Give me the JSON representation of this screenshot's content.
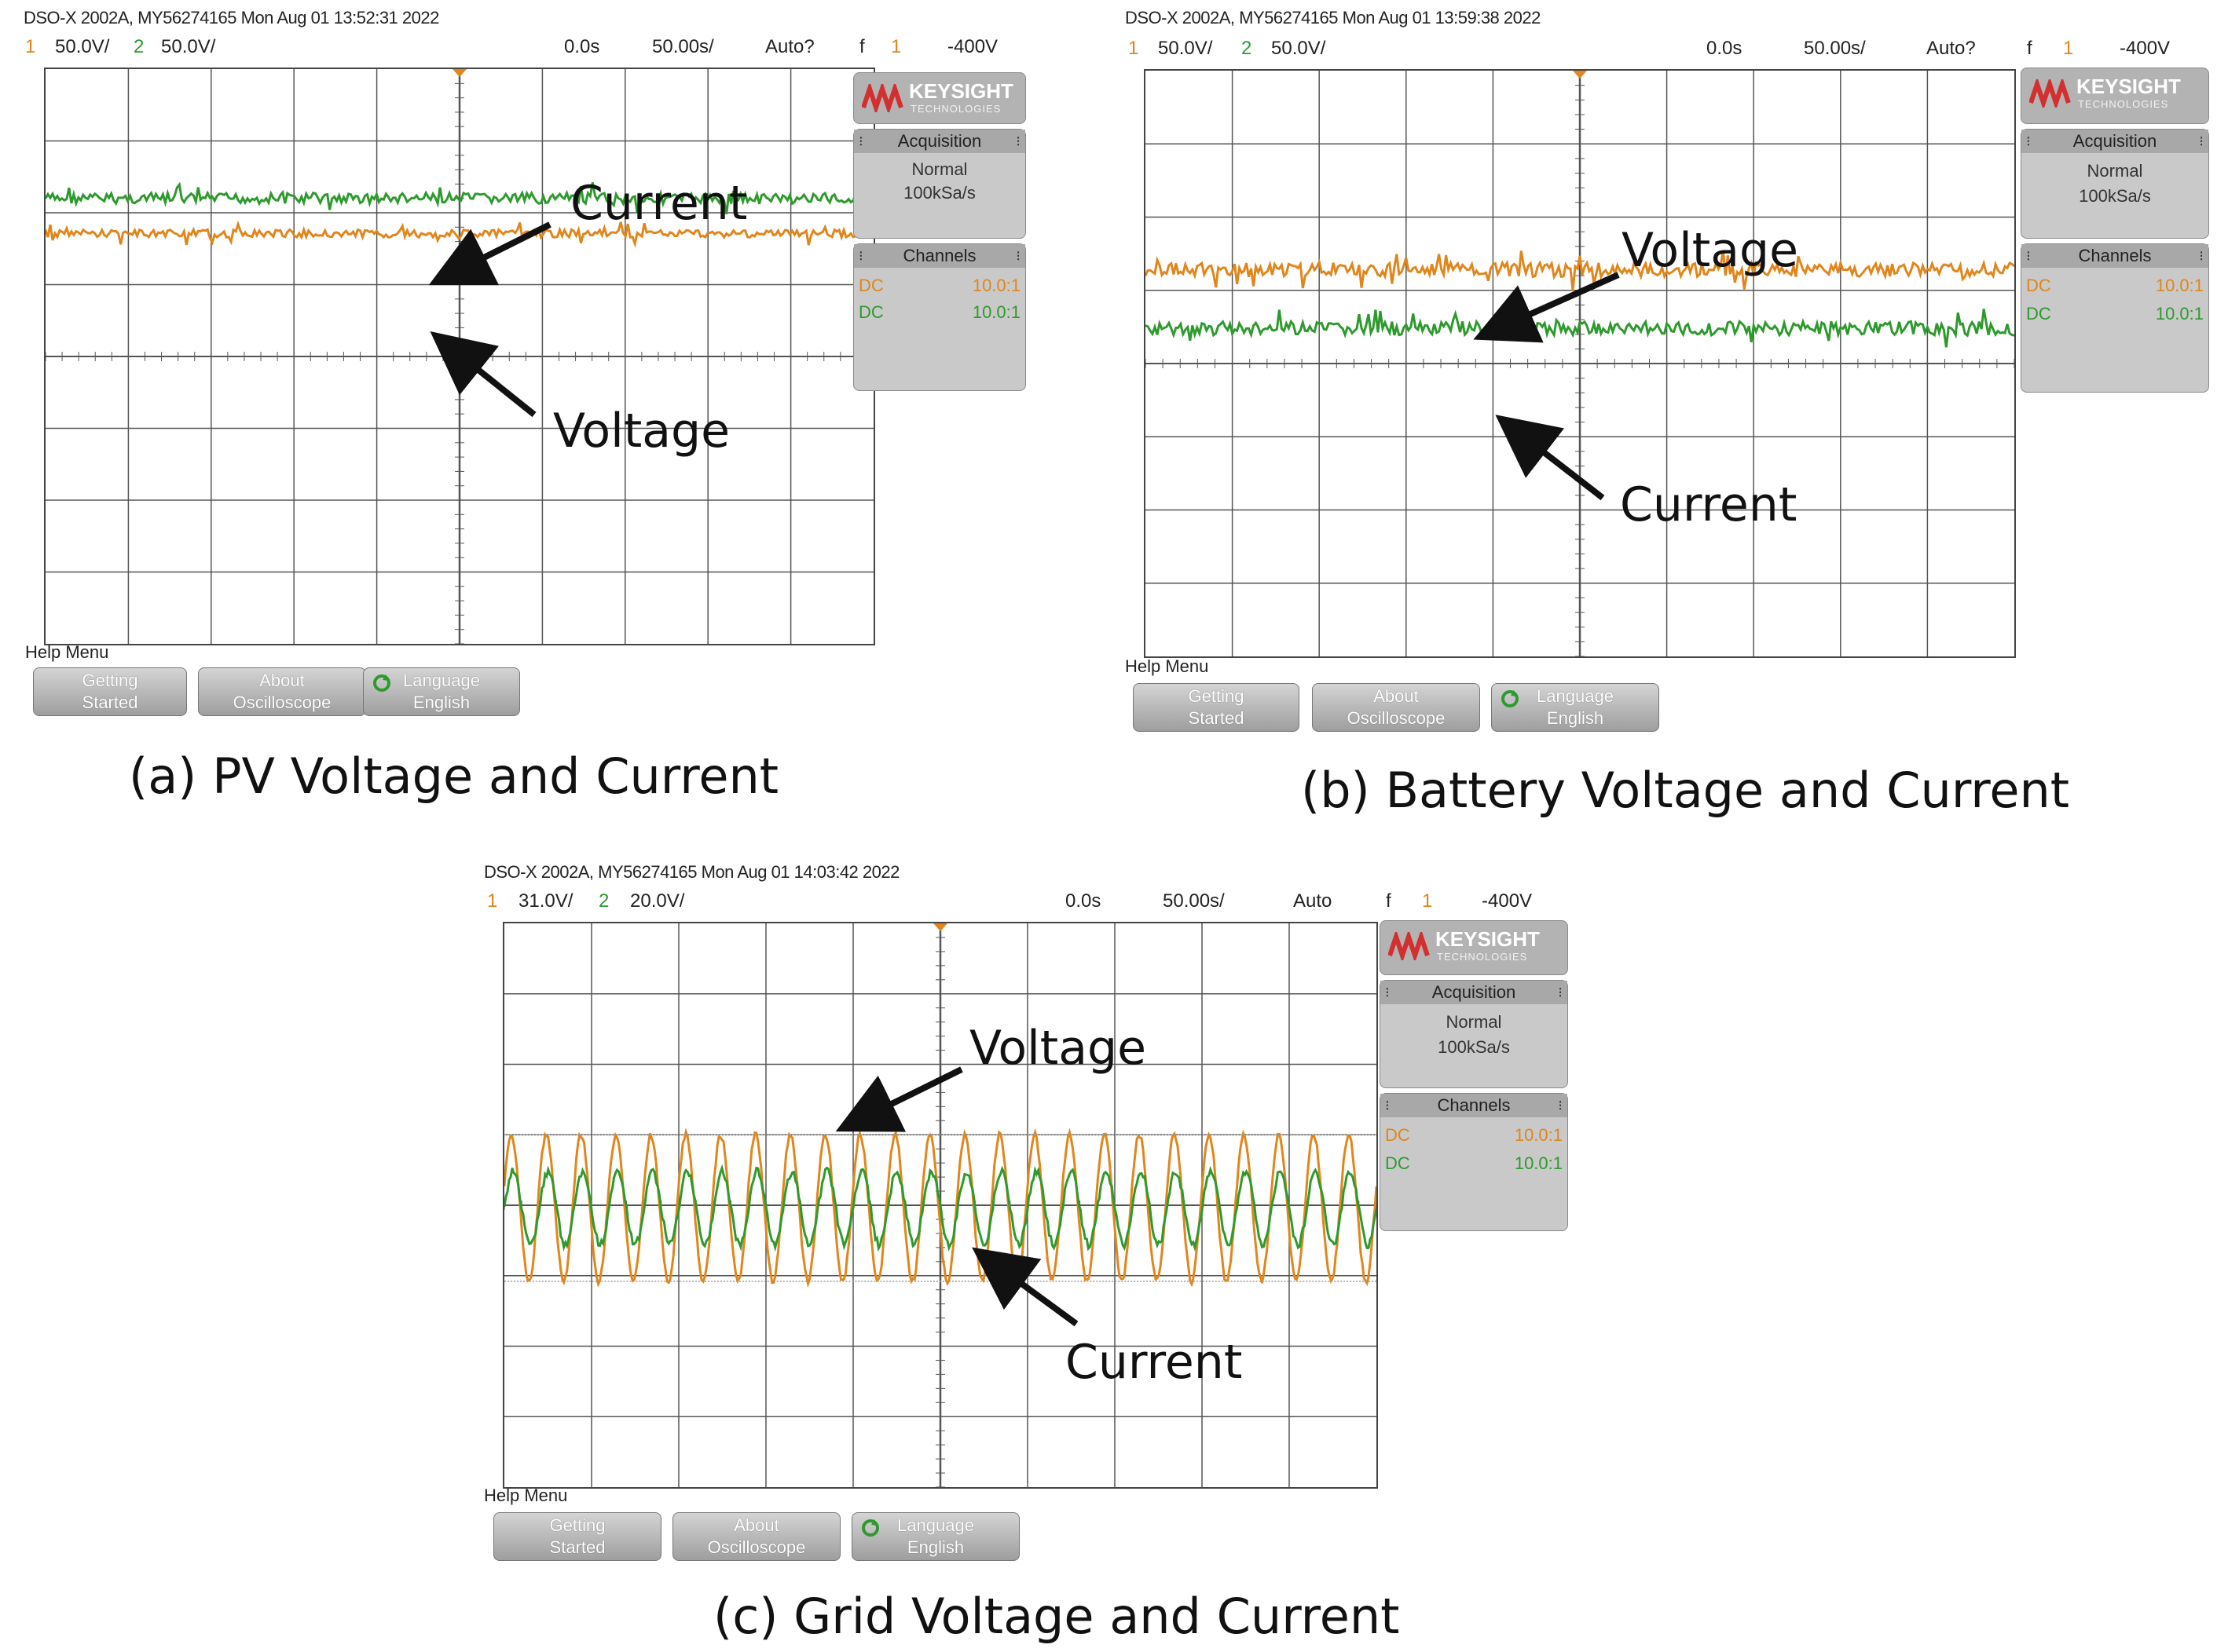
{
  "colors": {
    "ch1": "#e0861c",
    "ch2": "#2e9a2e",
    "grid": "#555555",
    "panel": "#c9c9c9"
  },
  "scopes": [
    {
      "id": "a",
      "header": "DSO-X 2002A, MY56274165 Mon Aug 01 13:52:31 2022",
      "ch1_num": "1",
      "ch1_scale": "50.0V/",
      "ch2_num": "2",
      "ch2_scale": "50.0V/",
      "time_offset": "0.0s",
      "time_scale": "50.00s/",
      "trigger_mode": "Auto?",
      "trig_icon": "f",
      "trig_ch": "1",
      "trig_level": "-400V",
      "logo_brand": "KEYSIGHT",
      "logo_sub": "TECHNOLOGIES",
      "acq_title": "Acquisition",
      "acq_mode": "Normal",
      "acq_rate": "100kSa/s",
      "channels_title": "Channels",
      "ch1_coupling": "DC",
      "ch1_probe": "10.0:1",
      "ch2_coupling": "DC",
      "ch2_probe": "10.0:1",
      "help_menu": "Help Menu",
      "btn_getting_started": [
        "Getting",
        "Started"
      ],
      "btn_about": [
        "About",
        "Oscilloscope"
      ],
      "btn_language": [
        "Language",
        "English"
      ],
      "annotation_top": "Current",
      "annotation_bottom": "Voltage",
      "caption": "(a) PV Voltage and Current"
    },
    {
      "id": "b",
      "header": "DSO-X 2002A, MY56274165 Mon Aug 01 13:59:38 2022",
      "ch1_num": "1",
      "ch1_scale": "50.0V/",
      "ch2_num": "2",
      "ch2_scale": "50.0V/",
      "time_offset": "0.0s",
      "time_scale": "50.00s/",
      "trigger_mode": "Auto?",
      "trig_icon": "f",
      "trig_ch": "1",
      "trig_level": "-400V",
      "logo_brand": "KEYSIGHT",
      "logo_sub": "TECHNOLOGIES",
      "acq_title": "Acquisition",
      "acq_mode": "Normal",
      "acq_rate": "100kSa/s",
      "channels_title": "Channels",
      "ch1_coupling": "DC",
      "ch1_probe": "10.0:1",
      "ch2_coupling": "DC",
      "ch2_probe": "10.0:1",
      "help_menu": "Help Menu",
      "btn_getting_started": [
        "Getting",
        "Started"
      ],
      "btn_about": [
        "About",
        "Oscilloscope"
      ],
      "btn_language": [
        "Language",
        "English"
      ],
      "annotation_top": "Voltage",
      "annotation_bottom": "Current",
      "caption": "(b) Battery Voltage and Current"
    },
    {
      "id": "c",
      "header": "DSO-X 2002A, MY56274165 Mon Aug 01 14:03:42 2022",
      "ch1_num": "1",
      "ch1_scale": "31.0V/",
      "ch2_num": "2",
      "ch2_scale": "20.0V/",
      "time_offset": "0.0s",
      "time_scale": "50.00s/",
      "trigger_mode": "Auto",
      "trig_icon": "f",
      "trig_ch": "1",
      "trig_level": "-400V",
      "logo_brand": "KEYSIGHT",
      "logo_sub": "TECHNOLOGIES",
      "acq_title": "Acquisition",
      "acq_mode": "Normal",
      "acq_rate": "100kSa/s",
      "channels_title": "Channels",
      "ch1_coupling": "DC",
      "ch1_probe": "10.0:1",
      "ch2_coupling": "DC",
      "ch2_probe": "10.0:1",
      "help_menu": "Help Menu",
      "btn_getting_started": [
        "Getting",
        "Started"
      ],
      "btn_about": [
        "About",
        "Oscilloscope"
      ],
      "btn_language": [
        "Language",
        "English"
      ],
      "annotation_top": "Voltage",
      "annotation_bottom": "Current",
      "caption": "(c) Grid Voltage and Current"
    }
  ]
}
